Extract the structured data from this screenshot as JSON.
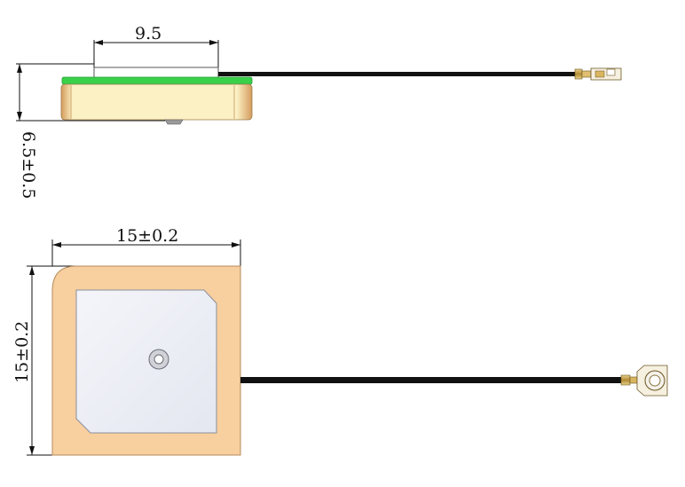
{
  "dimensions": {
    "top_width": "9.5",
    "side_height": "6.5±0.5",
    "bottom_width": "15±0.2",
    "bottom_height": "15±0.2"
  },
  "colors": {
    "ceramic": "#f8cf9e",
    "ceramic_edge": "#e0b58a",
    "pcb_green": "#39d14a",
    "ceramic_side": "#fbf3c7",
    "silver_patch": "#eef0f6",
    "cable": "#111111",
    "connector_gold": "#c8a24a"
  }
}
